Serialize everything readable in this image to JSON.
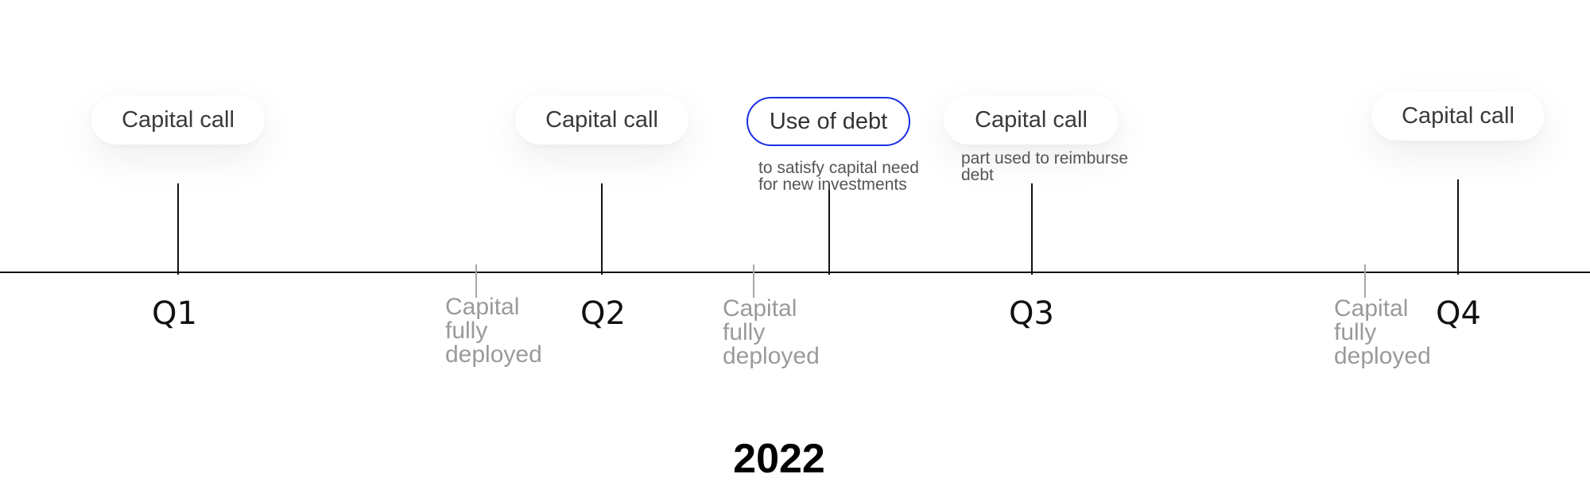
{
  "timeline": {
    "year": "2022",
    "quarters": [
      "Q1",
      "Q2",
      "Q3",
      "Q4"
    ],
    "events": [
      {
        "label": "Capital call"
      },
      {
        "label": "Capital call"
      },
      {
        "label": "Use of debt",
        "note": "to satisfy capital need\nfor new investments"
      },
      {
        "label": "Capital call",
        "note": "part used to reimburse\ndebt"
      },
      {
        "label": "Capital call"
      }
    ],
    "milestones": [
      {
        "label": [
          "Capital",
          "fully",
          "deployed"
        ]
      },
      {
        "label": [
          "Capital",
          "fully",
          "deployed"
        ]
      },
      {
        "label": [
          "Capital",
          "fully",
          "deployed"
        ]
      }
    ]
  },
  "colors": {
    "axis": "#111111",
    "highlight_border": "#1a2ee6",
    "milestone_text": "#9a9a9a"
  }
}
